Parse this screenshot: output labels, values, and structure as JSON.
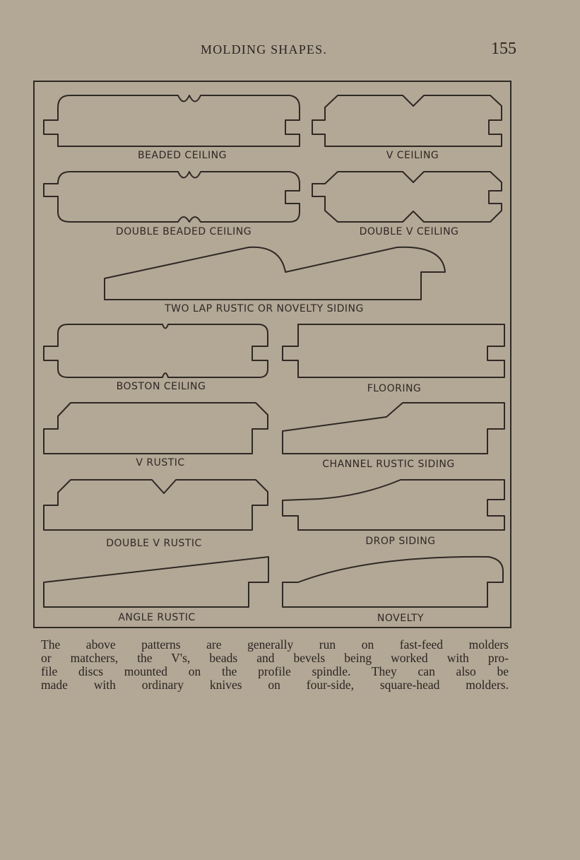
{
  "header": {
    "running_title": "MOLDING SHAPES.",
    "page_number": "155"
  },
  "figure": {
    "labels": {
      "beaded_ceiling": "BEADED CEILING",
      "v_ceiling": "V CEILING",
      "double_beaded_ceiling": "DOUBLE BEADED CEILING",
      "double_v_ceiling": "DOUBLE V CEILING",
      "two_lap_rustic": "TWO LAP RUSTIC OR  NOVELTY SIDING",
      "boston_ceiling": "BOSTON CEILING",
      "flooring": "FLOORING",
      "v_rustic": "V RUSTIC",
      "channel_rustic_siding": "CHANNEL RUSTIC SIDING",
      "double_v_rustic": "DOUBLE V RUSTIC",
      "drop_siding": "DROP SIDING",
      "angle_rustic": "ANGLE RUSTIC",
      "novelty": "NOVELTY"
    }
  },
  "caption": {
    "lines": [
      "The above patterns are generally run on fast-feed molders",
      "or matchers, the V's, beads and bevels being worked with pro-",
      "file discs mounted on the profile spindle. They can also be",
      "made with ordinary knives on four-side, square-head molders."
    ]
  }
}
